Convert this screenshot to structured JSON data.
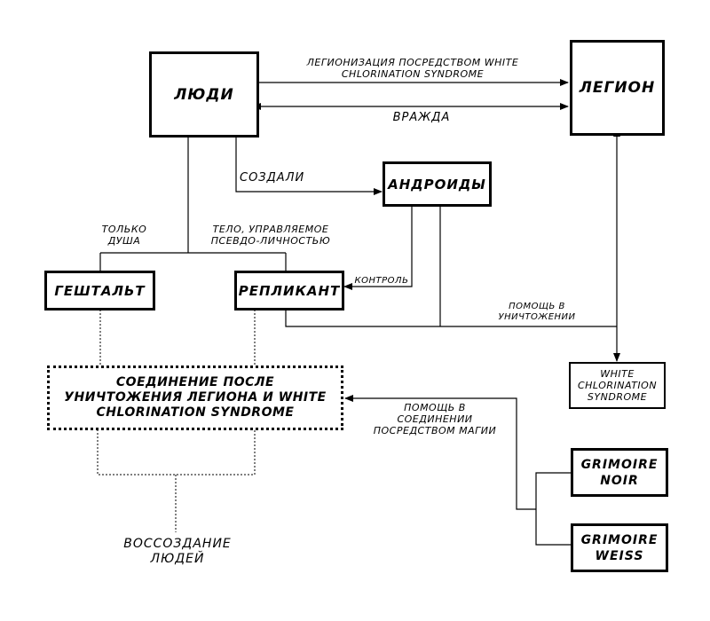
{
  "nodes": {
    "people": "ЛЮДИ",
    "legion": "ЛЕГИОН",
    "androids": "АНДРОИДЫ",
    "gestalt": "ГЕШТАЛЬТ",
    "replicant": "РЕПЛИКАНТ",
    "white_chlorination_syndrome": "WHITE\nCHLORINATION\nSYNDROME",
    "union": "СОЕДИНЕНИЕ ПОСЛЕ\nУНИЧТОЖЕНИЯ ЛЕГИОНА И WHITE\nCHLORINATION SYNDROME",
    "grimoire_noir": "GRIMOIRE\nNOIR",
    "grimoire_weiss": "GRIMOIRE\nWEISS"
  },
  "edges": {
    "legionization": "ЛЕГИОНИЗАЦИЯ ПОСРЕДСТВОМ WHITE\nCHLORINATION SYNDROME",
    "enmity": "ВРАЖДА",
    "created": "СОЗДАЛИ",
    "only_soul": "ТОЛЬКО\nДУША",
    "body_pseudo": "ТЕЛО, УПРАВЛЯЕМОЕ\nПСЕВДО-ЛИЧНОСТЬЮ",
    "control": "КОНТРОЛЬ",
    "help_destroy": "ПОМОЩЬ В\nУНИЧТОЖЕНИИ",
    "help_union_magic": "ПОМОЩЬ В\nСОЕДИНЕНИИ\nПОСРЕДСТВОМ МАГИИ",
    "recreation": "ВОССОЗДАНИЕ\nЛЮДЕЙ"
  }
}
